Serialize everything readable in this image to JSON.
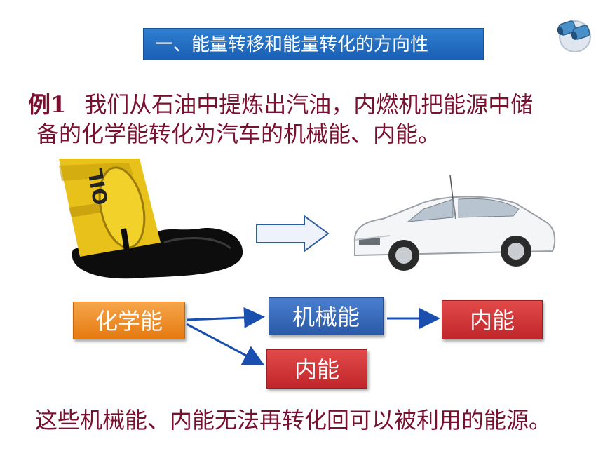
{
  "title": "一、能量转移和能量转化的方向性",
  "example": {
    "label": "例1",
    "line1": "我们从石油中提炼出汽油，内燃机把能源中储",
    "line2": "备的化学能转化为汽车的机械能、内能。"
  },
  "barrel_text": "OIL",
  "flow": {
    "chemical": "化学能",
    "mechanical": "机械能",
    "internal_1": "内能",
    "internal_2": "内能"
  },
  "conclusion": "这些机械能、内能无法再转化回可以被利用的能源。",
  "colors": {
    "title_bg": "#1a5fb4",
    "text": "#7a1030",
    "chemical_box": "#e67a10",
    "mechanical_box": "#2a5aa8",
    "internal_box": "#c0262a",
    "arrow": "#1a4fb0"
  }
}
